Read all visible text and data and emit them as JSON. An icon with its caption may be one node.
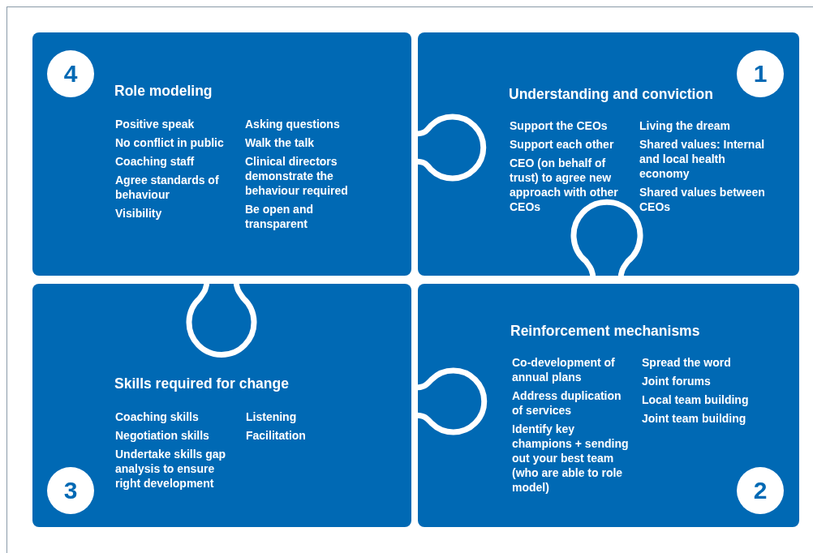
{
  "diagram": {
    "nodes": [
      {
        "text": [
          "Role modeling",
          "Positive speak",
          "No conflict in public",
          "Coaching staff",
          "Agree standards of behaviour",
          "Visibility",
          "Asking questions",
          "Walk the talk",
          "Clinical directors demonstrate the behaviour required",
          "Be open and transparent"
        ]
      },
      {
        "text": [
          "4"
        ],
        "in": 0
      },
      {
        "text": [
          "Understanding and conviction",
          "Support the CEOs",
          "Support each other",
          "CEO (on behalf of trust) to agree new approach with other CEOs",
          "Living the dream",
          "Shared values: Internal and local health economy",
          "Shared values between CEOs"
        ]
      },
      {
        "text": [
          "1"
        ],
        "in": 2
      },
      {
        "text": [
          "Skills required for change",
          "Coaching skills",
          "Negotiation skills",
          "Undertake skills gap analysis to ensure right development",
          "Listening",
          "Facilitation"
        ]
      },
      {
        "text": [
          "3"
        ],
        "in": 4
      },
      {
        "text": [
          "Reinforcement mechanisms",
          "Co-development of annual plans",
          "Address duplication of services",
          "Identify key champions + sending out your best team (who are able to role model)",
          "Spread the word",
          "Joint forums",
          "Local team building",
          "Joint team building"
        ]
      },
      {
        "text": [
          "2"
        ],
        "in": 6
      }
    ],
    "edges": []
  }
}
